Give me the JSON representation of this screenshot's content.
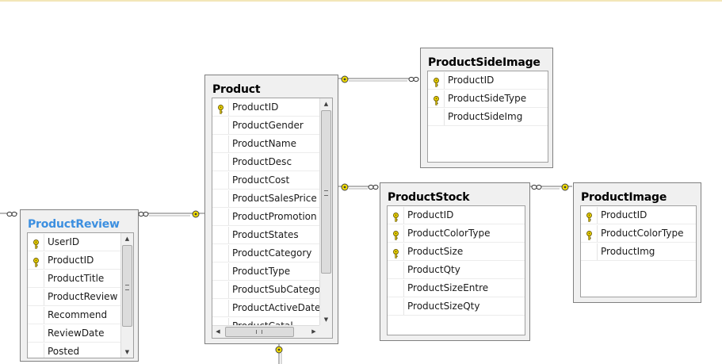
{
  "diagram": {
    "tables": [
      {
        "id": "product",
        "title": "Product",
        "selected": false,
        "columns": [
          {
            "name": "ProductID",
            "key": true
          },
          {
            "name": "ProductGender",
            "key": false
          },
          {
            "name": "ProductName",
            "key": false
          },
          {
            "name": "ProductDesc",
            "key": false
          },
          {
            "name": "ProductCost",
            "key": false
          },
          {
            "name": "ProductSalesPrice",
            "key": false
          },
          {
            "name": "ProductPromotion",
            "key": false
          },
          {
            "name": "ProductStates",
            "key": false
          },
          {
            "name": "ProductCategory",
            "key": false
          },
          {
            "name": "ProductType",
            "key": false
          },
          {
            "name": "ProductSubCategory",
            "key": false
          },
          {
            "name": "ProductActiveDate",
            "key": false
          },
          {
            "name": "ProductCatal",
            "key": false
          }
        ]
      },
      {
        "id": "product-side-image",
        "title": "ProductSideImage",
        "selected": false,
        "columns": [
          {
            "name": "ProductID",
            "key": true
          },
          {
            "name": "ProductSideType",
            "key": true
          },
          {
            "name": "ProductSideImg",
            "key": false
          }
        ]
      },
      {
        "id": "product-stock",
        "title": "ProductStock",
        "selected": false,
        "columns": [
          {
            "name": "ProductID",
            "key": true
          },
          {
            "name": "ProductColorType",
            "key": true
          },
          {
            "name": "ProductSize",
            "key": true
          },
          {
            "name": "ProductQty",
            "key": false
          },
          {
            "name": "ProductSizeEntre",
            "key": false
          },
          {
            "name": "ProductSizeQty",
            "key": false
          }
        ]
      },
      {
        "id": "product-image",
        "title": "ProductImage",
        "selected": false,
        "columns": [
          {
            "name": "ProductID",
            "key": true
          },
          {
            "name": "ProductColorType",
            "key": true
          },
          {
            "name": "ProductImg",
            "key": false
          }
        ]
      },
      {
        "id": "product-review",
        "title": "ProductReview",
        "selected": true,
        "columns": [
          {
            "name": "UserID",
            "key": true
          },
          {
            "name": "ProductID",
            "key": true
          },
          {
            "name": "ProductTitle",
            "key": false
          },
          {
            "name": "ProductReview",
            "key": false
          },
          {
            "name": "Recommend",
            "key": false
          },
          {
            "name": "ReviewDate",
            "key": false
          },
          {
            "name": "Posted",
            "key": false
          }
        ]
      }
    ],
    "relationships": [
      {
        "from": "Product",
        "to": "ProductSideImage"
      },
      {
        "from": "Product",
        "to": "ProductStock"
      },
      {
        "from": "ProductStock",
        "to": "ProductImage"
      },
      {
        "from": "Product",
        "to": "ProductReview"
      }
    ],
    "colors": {
      "selected_title": "#3c8fe0",
      "key_icon": "#e8c800",
      "link_line": "#808080"
    }
  }
}
